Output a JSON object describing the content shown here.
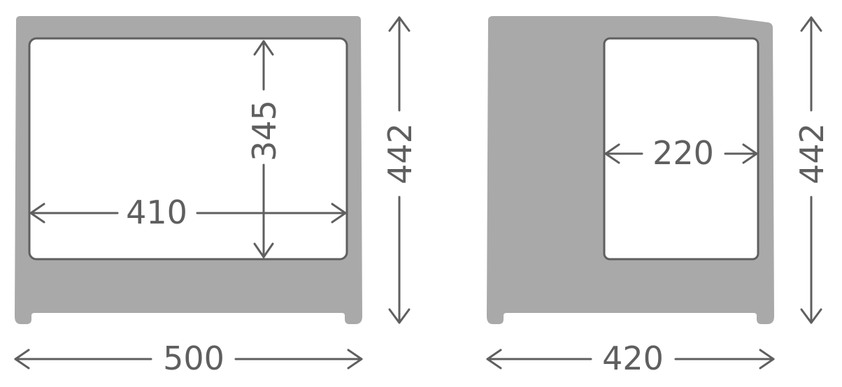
{
  "colors": {
    "body": "#a9a9a9",
    "line": "#5f5f5f",
    "opening": "#ffffff",
    "background": "#ffffff"
  },
  "front_view": {
    "overall_width": "500",
    "overall_height": "442",
    "opening_width": "410",
    "opening_height": "345"
  },
  "side_view": {
    "overall_depth": "420",
    "overall_height": "442",
    "opening_width": "220"
  }
}
